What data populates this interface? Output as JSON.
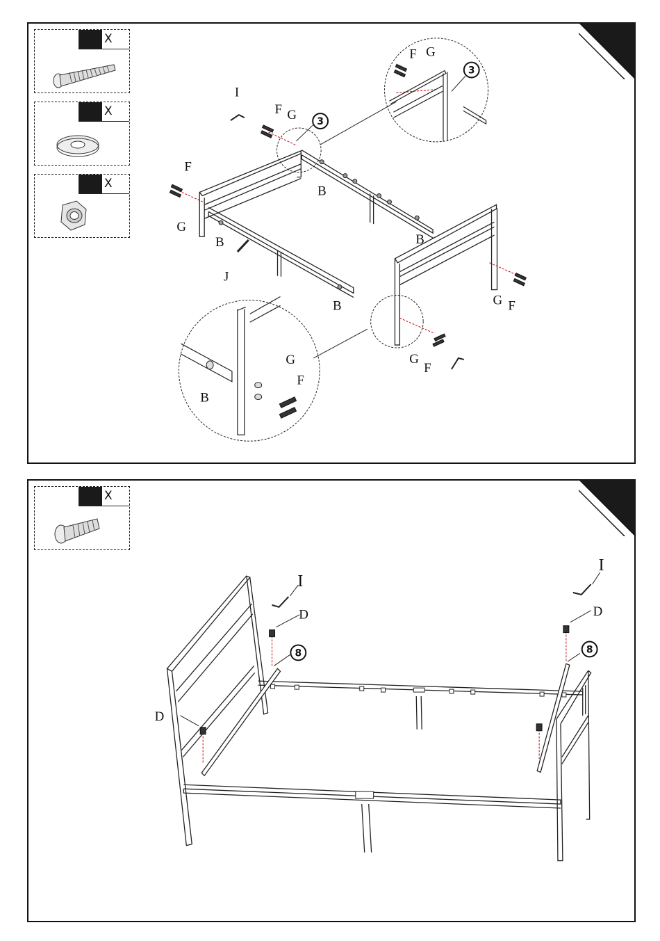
{
  "panel1": {
    "parts": [
      {
        "icon": "bolt-icon",
        "qty_symbol": "X"
      },
      {
        "icon": "washer-icon",
        "qty_symbol": "X"
      },
      {
        "icon": "nut-icon",
        "qty_symbol": "X"
      }
    ],
    "labels": {
      "F": "F",
      "G": "G",
      "B": "B",
      "I": "I",
      "J": "J"
    },
    "callout_step": "3"
  },
  "panel2": {
    "parts": [
      {
        "icon": "bolt-icon",
        "qty_symbol": "X"
      }
    ],
    "labels": {
      "D": "D",
      "I": "I"
    },
    "callout_step": "8"
  }
}
